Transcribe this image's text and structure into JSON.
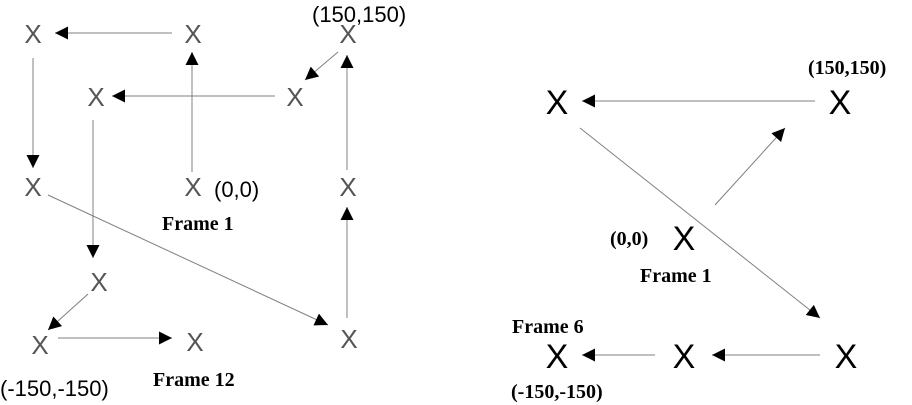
{
  "marker": "X",
  "colors": {
    "left_marker": "#555555",
    "right_marker": "#000000",
    "arrow": "#808080",
    "arrowhead": "#000000",
    "text": "#000000"
  },
  "left_diagram": {
    "origin_label": "(0,0)",
    "top_label": "(150,150)",
    "bottom_label": "(-150,-150)",
    "frame_start_label": "Frame 1",
    "frame_end_label": "Frame 12"
  },
  "right_diagram": {
    "origin_label": "(0,0)",
    "top_label": "(150,150)",
    "bottom_label": "(-150,-150)",
    "frame_start_label": "Frame 1",
    "frame_end_label": "Frame 6"
  }
}
